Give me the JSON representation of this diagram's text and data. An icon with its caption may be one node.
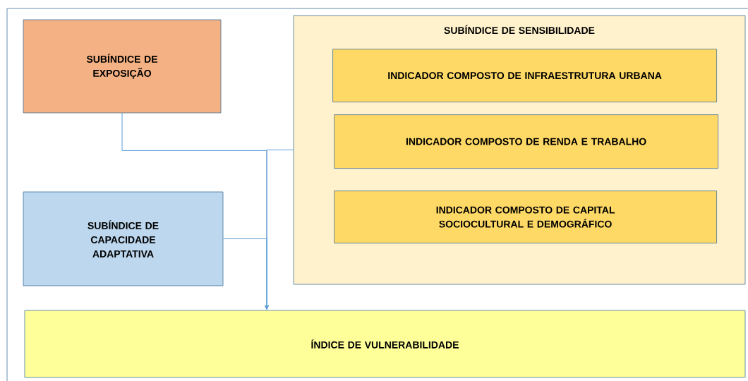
{
  "diagram": {
    "nodes": [
      {
        "text": [
          "SUBÍNDICE DE EXPOSIÇÃO"
        ]
      },
      {
        "text": [
          "SUBÍNDICE DE SENSIBILIDADE"
        ]
      },
      {
        "text": [
          "INDICADOR COMPOSTO DE INFRAESTRUTURA URBANA"
        ],
        "in": 1
      },
      {
        "text": [
          "INDICADOR COMPOSTO DE RENDA E TRABALHO"
        ],
        "in": 1
      },
      {
        "text": [
          "INDICADOR COMPOSTO DE CAPITAL SOCIOCULTURAL E DEMOGRÁFICO"
        ],
        "in": 1
      },
      {
        "text": [
          "SUBÍNDICE DE CAPACIDADE ADAPTATIVA"
        ]
      },
      {
        "text": [
          "ÍNDICE DE VULNERABILIDADE"
        ]
      }
    ],
    "edges": [
      {
        "from": 0,
        "to": 6,
        "arrow": "to"
      },
      {
        "from": 1,
        "to": 6,
        "arrow": "to"
      },
      {
        "from": 5,
        "to": 6,
        "arrow": "to"
      }
    ]
  }
}
